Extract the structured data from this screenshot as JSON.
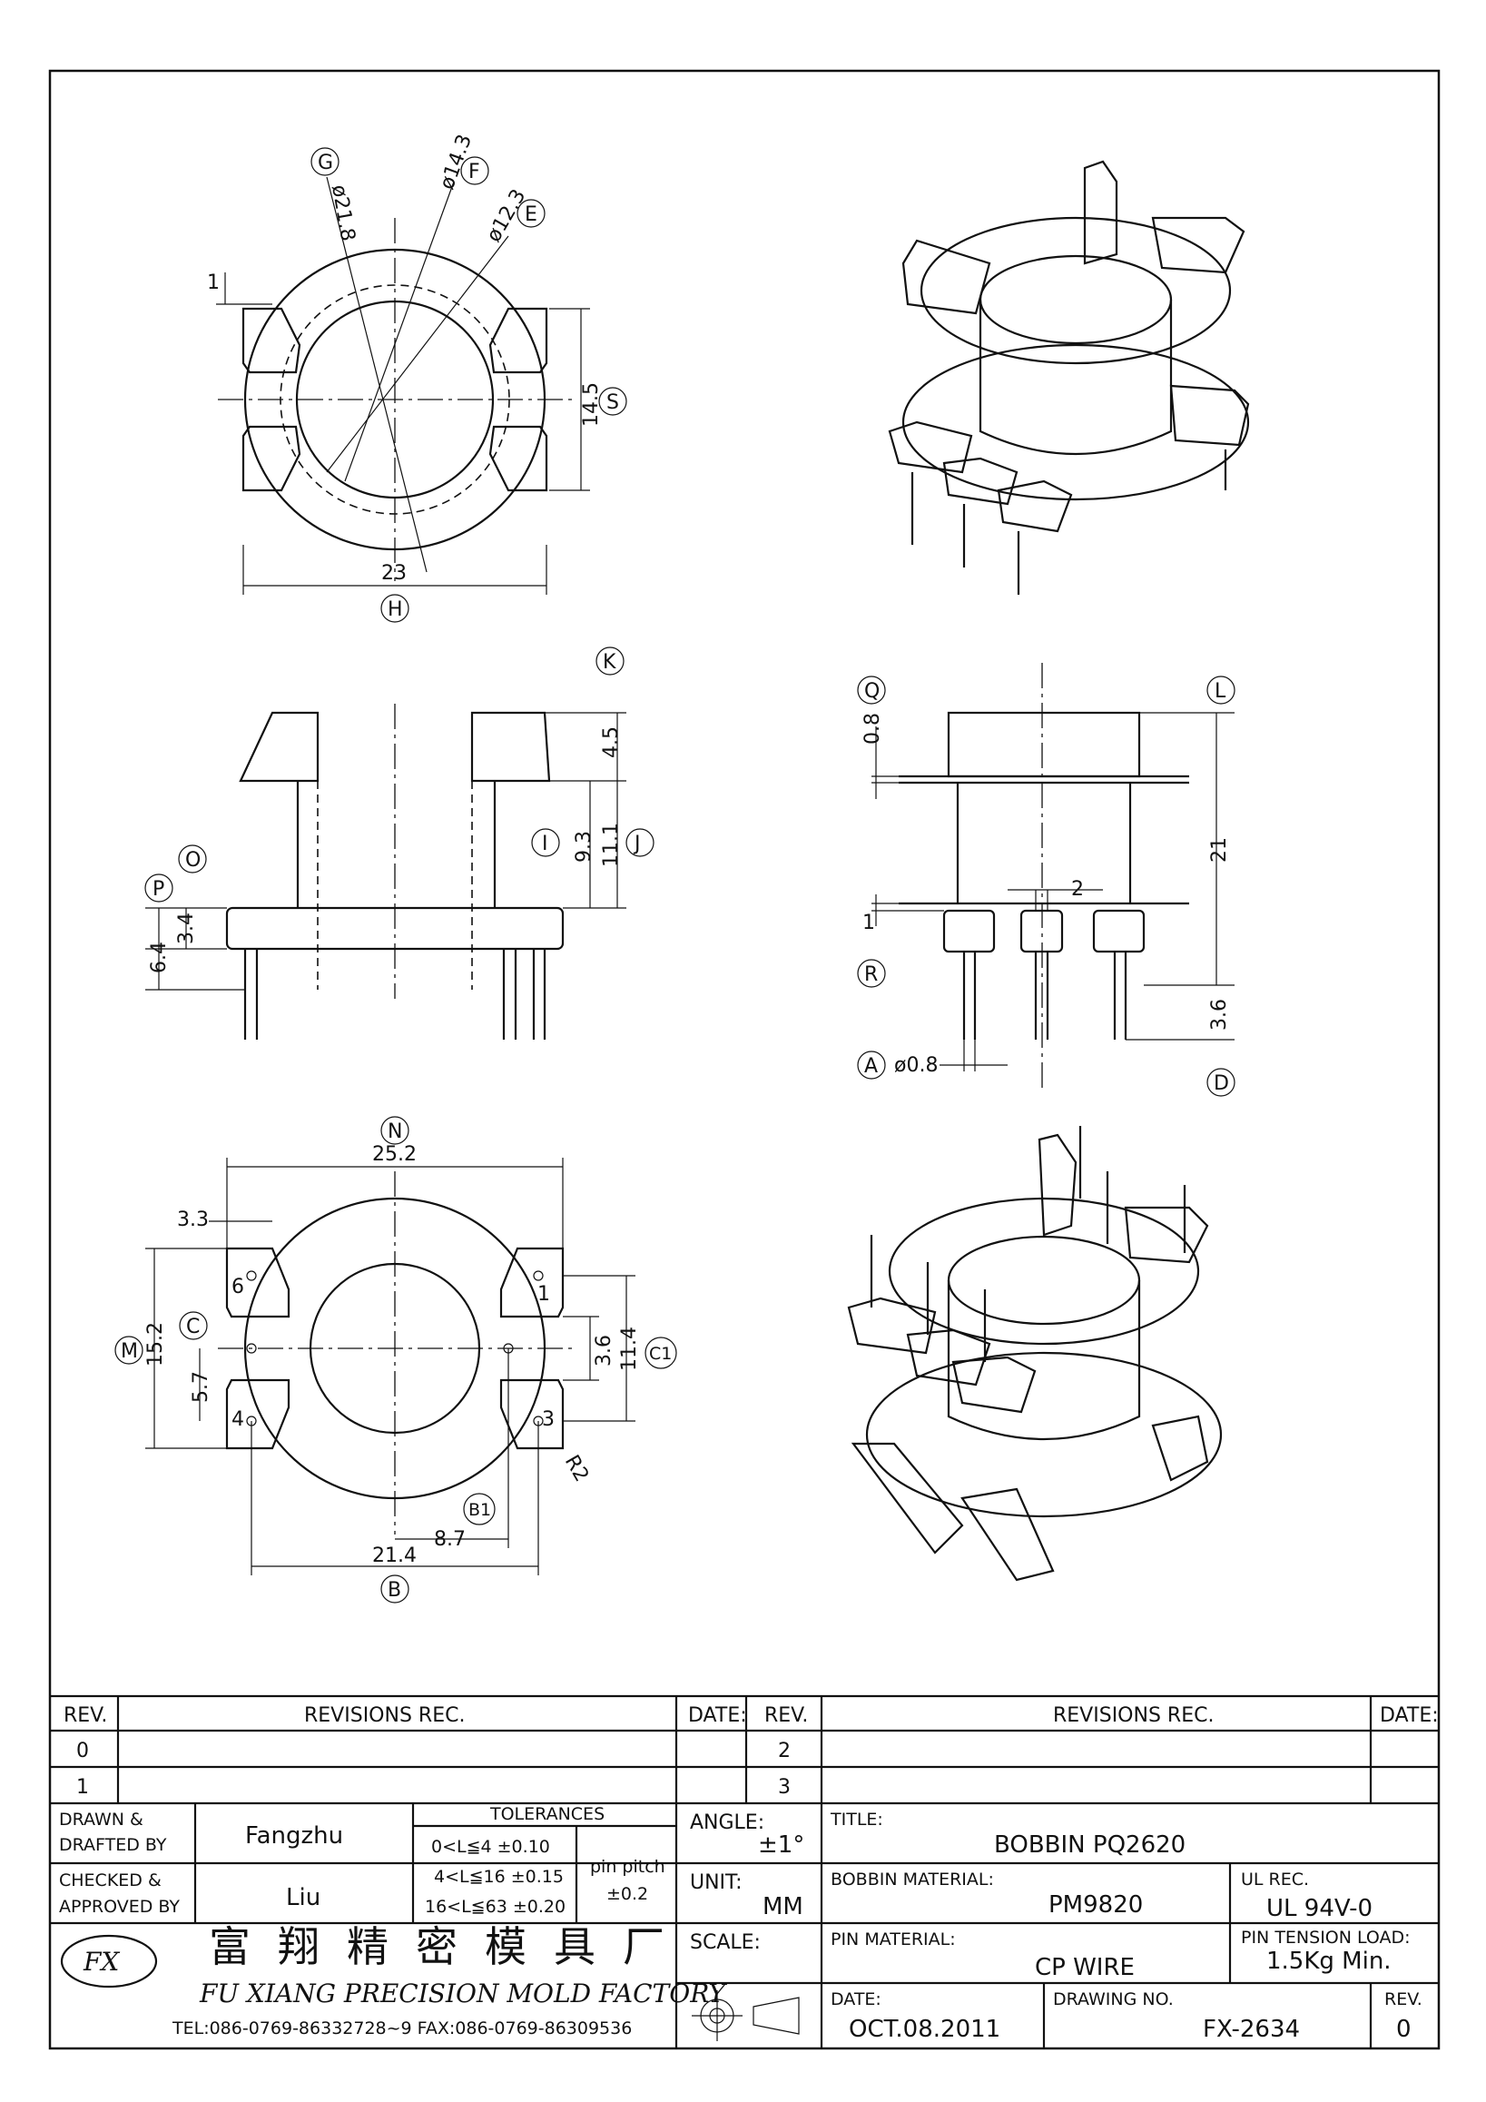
{
  "top_view": {
    "labels": {
      "G": "G",
      "F": "F",
      "E": "E",
      "S": "S",
      "H": "H"
    },
    "dims": {
      "phi_g": "ø21.8",
      "phi_f": "ø14.3",
      "phi_e": "ø12.3",
      "one": "1",
      "s": "14.5",
      "h": "23"
    }
  },
  "front_view": {
    "labels": {
      "K": "K",
      "I": "I",
      "J": "J",
      "O": "O",
      "P": "P"
    },
    "dims": {
      "k": "4.5",
      "i": "9.3",
      "j": "11.1",
      "o": "3.4",
      "p": "6.4"
    }
  },
  "side_view": {
    "labels": {
      "Q": "Q",
      "L": "L",
      "R": "R",
      "A": "A",
      "D": "D"
    },
    "dims": {
      "q": "0.8",
      "l": "21",
      "two": "2",
      "r": "1",
      "a": "ø0.8",
      "d": "3.6"
    }
  },
  "bottom_view": {
    "labels": {
      "N": "N",
      "M": "M",
      "C": "C",
      "C1": "C1",
      "B1": "B1",
      "B": "B"
    },
    "dims": {
      "n": "25.2",
      "w": "3.3",
      "m": "15.2",
      "c": "5.7",
      "c1a": "3.6",
      "c1b": "11.4",
      "b1": "8.7",
      "b": "21.4",
      "r2": "R2"
    },
    "pins": [
      "6",
      "1",
      "4",
      "3"
    ]
  },
  "title_block": {
    "rev_header": {
      "rev": "REV.",
      "revisions": "REVISIONS   REC.",
      "date": "DATE:",
      "rev2": "REV.",
      "revisions2": "REVISIONS   REC.",
      "date2": "DATE:"
    },
    "rev_rows": [
      "0",
      "1"
    ],
    "rev_rows2": [
      "2",
      "3"
    ],
    "drawn_label": "DRAWN &",
    "drafted_label": "DRAFTED BY",
    "drawn_by": "Fangzhu",
    "checked_label": "CHECKED &",
    "approved_label": "APPROVED BY",
    "approved_by": "Liu",
    "tolerances_title": "TOLERANCES",
    "tolerances": [
      "0<L≦4   ±0.10",
      "4<L≦16  ±0.15",
      "16<L≦63  ±0.20"
    ],
    "pin_pitch_label": "pin pitch",
    "pin_pitch_value": "±0.2",
    "angle_label": "ANGLE:",
    "angle_value": "±1°",
    "unit_label": "UNIT:",
    "unit_value": "MM",
    "scale_label": "SCALE:",
    "title_label": "TITLE:",
    "title_value": "BOBBIN PQ2620",
    "bobbin_material_label": "BOBBIN MATERIAL:",
    "bobbin_material_value": "PM9820",
    "ul_label": "UL REC.",
    "ul_value": "UL 94V-0",
    "pin_material_label": "PIN MATERIAL:",
    "pin_material_value": "CP WIRE",
    "pin_tension_label": "PIN TENSION LOAD:",
    "pin_tension_value": "1.5Kg Min.",
    "date_label": "DATE:",
    "date_value": "OCT.08.2011",
    "drawing_no_label": "DRAWING NO.",
    "drawing_no_value": "FX-2634",
    "rev_label": "REV.",
    "rev_value": "0",
    "company_cn": "富翔精密模具厂",
    "company_en": "FU XIANG PRECISION MOLD FACTORY",
    "contact": "TEL:086-0769-86332728~9  FAX:086-0769-86309536",
    "logo_text": "FX"
  }
}
